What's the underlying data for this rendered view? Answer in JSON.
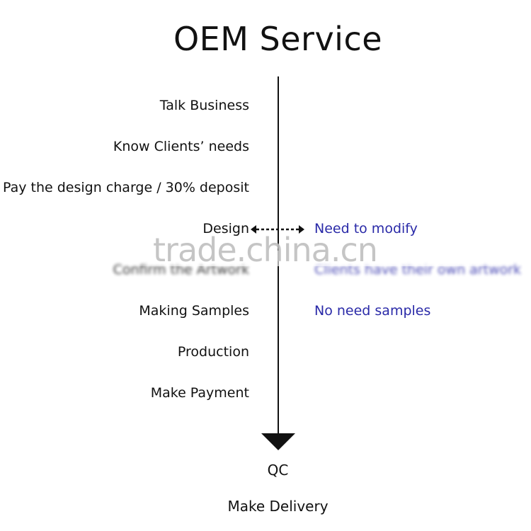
{
  "title": "OEM Service",
  "steps": [
    "Talk Business",
    "Know Clients’ needs",
    "Pay the design charge / 30% deposit",
    "Design",
    "Confirm the Artwork",
    "Making Samples",
    "Production",
    "Make Payment"
  ],
  "notes": {
    "design": "Need to modify",
    "artwork": "Clients have their own artwork",
    "samples": "No need samples"
  },
  "after_arrow": {
    "qc": "QC",
    "delivery": "Make Delivery"
  },
  "watermark": "trade.china.cn",
  "colors": {
    "line": "#111111",
    "note": "#2a2aa8"
  }
}
